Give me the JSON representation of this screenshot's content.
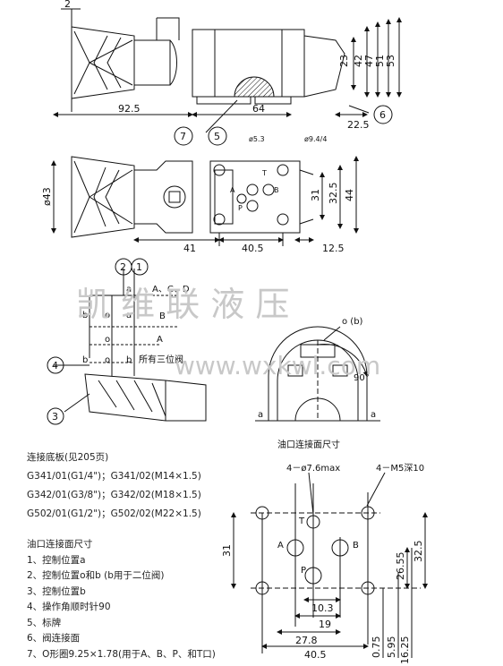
{
  "watermark": {
    "company": "凯 维 联 液 压",
    "url": "www.wxkwl.com"
  },
  "top_view": {
    "dims_horizontal": [
      "92.5",
      "64",
      "22.5",
      "2"
    ],
    "dims_vertical": [
      "23",
      "42",
      "47",
      "51",
      "53"
    ],
    "callouts": [
      "7",
      "5",
      "6"
    ]
  },
  "middle_view": {
    "port_label_left": "ø5.3",
    "port_label_right": "ø9.4/4",
    "dia_left": "ø43",
    "dims_vertical": [
      "31",
      "32.5",
      "44"
    ],
    "dims_horizontal": [
      "41",
      "40.5",
      "12.5"
    ],
    "ports": [
      "T",
      "A",
      "B",
      "P"
    ]
  },
  "schematic": {
    "callouts": [
      "2",
      "1",
      "4",
      "3"
    ],
    "pos_letters": [
      "a",
      "b",
      "o",
      "a",
      "o",
      "b",
      "o",
      "b"
    ],
    "lines": [
      "A、C、D",
      "B",
      "A",
      "所有三位阀"
    ]
  },
  "handle_view": {
    "angle": "90°",
    "label_top": "o (b)",
    "label_a": "a",
    "caption": "油口连接面尺寸"
  },
  "subplate": {
    "title": "连接底板(见205页)",
    "rows": [
      "G341/01(G1/4\")；G341/02(M14×1.5)",
      "G342/01(G3/8\")；G342/02(M18×1.5)",
      "G502/01(G1/2\")；G502/02(M22×1.5)"
    ]
  },
  "legend": {
    "title": "油口连接面尺寸",
    "items": [
      "1、控制位置a",
      "2、控制位置o和b (b用于二位阀)",
      "3、控制位置b",
      "4、操作角顺时针90",
      "5、标牌",
      "6、阀连接面",
      "7、O形圈9.25×1.78(用于A、B、P、和T口)"
    ]
  },
  "face_view": {
    "hole_label_1": "4－ø7.6max",
    "hole_label_2": "4－M5深10",
    "ports": [
      "T",
      "A",
      "B",
      "P"
    ],
    "dims_vertical_right": [
      "26.55",
      "32.5"
    ],
    "dim_left": "31",
    "dims_horizontal": [
      "10.3",
      "19",
      "27.8",
      "40.5"
    ],
    "dims_bottom": [
      "0.75",
      "5.95",
      "16.25"
    ]
  }
}
